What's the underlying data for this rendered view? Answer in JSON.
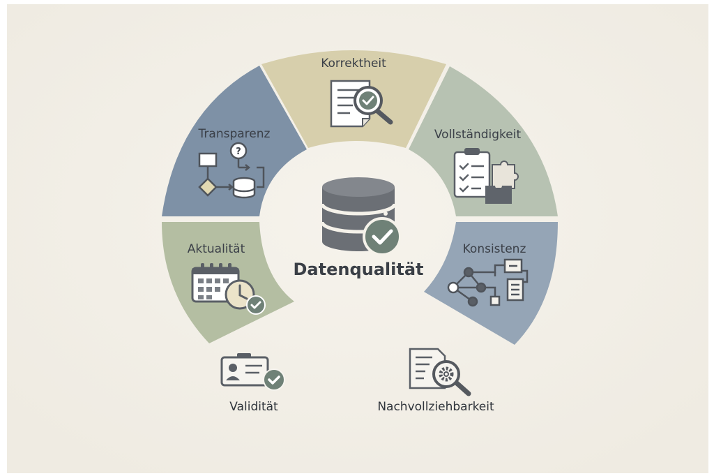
{
  "center": {
    "title": "Datenqualität",
    "icon": "database-check-icon"
  },
  "segments": [
    {
      "id": "korrektheit",
      "label": "Korrektheit",
      "color": "#d7cfac",
      "icon": "document-magnifier-check-icon"
    },
    {
      "id": "vollstaendigkeit",
      "label": "Vollständigkeit",
      "color": "#b7c2b2",
      "icon": "clipboard-puzzle-icon"
    },
    {
      "id": "konsistenz",
      "label": "Konsistenz",
      "color": "#95a5b6",
      "icon": "network-diagram-icon"
    },
    {
      "id": "aktualitaet",
      "label": "Aktualität",
      "color": "#b4bea2",
      "icon": "calendar-clock-check-icon"
    },
    {
      "id": "transparenz",
      "label": "Transparenz",
      "color": "#7e91a6",
      "icon": "flowchart-question-icon"
    }
  ],
  "outer_items": [
    {
      "id": "validitaet",
      "label": "Validität",
      "icon": "id-card-check-icon"
    },
    {
      "id": "nachvollziehbarkeit",
      "label": "Nachvollziehbarkeit",
      "icon": "document-gear-magnifier-icon"
    }
  ],
  "colors": {
    "page": "#f3f0e8",
    "icon_dark": "#5a5f66",
    "icon_check": "#6f8177",
    "db_body": "#6b6f75"
  }
}
